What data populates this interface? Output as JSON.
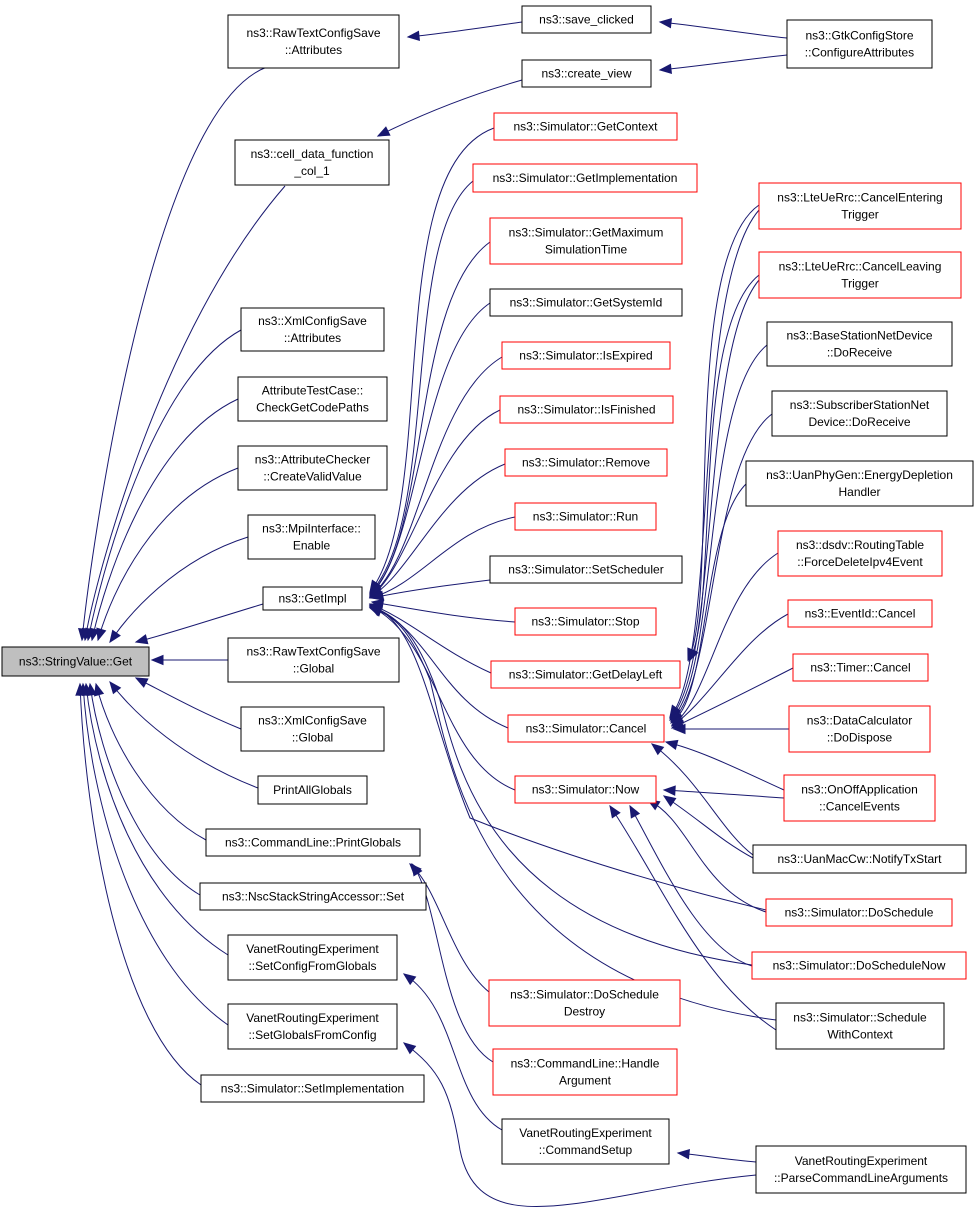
{
  "colors": {
    "edge": "#191970",
    "border_normal": "#000000",
    "border_truncated": "#ff0000",
    "fill_root": "#bfbfbf",
    "fill_default": "#ffffff"
  },
  "nodes": [
    {
      "id": "root",
      "lines": [
        "ns3::StringValue::Get"
      ],
      "style": "root"
    },
    {
      "id": "rawattr",
      "lines": [
        "ns3::RawTextConfigSave",
        "::Attributes"
      ],
      "style": "normal"
    },
    {
      "id": "cellfn",
      "lines": [
        "ns3::cell_data_function",
        "_col_1"
      ],
      "style": "normal"
    },
    {
      "id": "xmlattr",
      "lines": [
        "ns3::XmlConfigSave",
        "::Attributes"
      ],
      "style": "normal"
    },
    {
      "id": "attrtest",
      "lines": [
        "AttributeTestCase::",
        "CheckGetCodePaths"
      ],
      "style": "normal"
    },
    {
      "id": "attrcheck",
      "lines": [
        "ns3::AttributeChecker",
        "::CreateValidValue"
      ],
      "style": "normal"
    },
    {
      "id": "mpi",
      "lines": [
        "ns3::MpiInterface::",
        "Enable"
      ],
      "style": "normal"
    },
    {
      "id": "getimpl",
      "lines": [
        "ns3::GetImpl"
      ],
      "style": "normal"
    },
    {
      "id": "rawglobal",
      "lines": [
        "ns3::RawTextConfigSave",
        "::Global"
      ],
      "style": "normal"
    },
    {
      "id": "xmlglobal",
      "lines": [
        "ns3::XmlConfigSave",
        "::Global"
      ],
      "style": "normal"
    },
    {
      "id": "printall",
      "lines": [
        "PrintAllGlobals"
      ],
      "style": "normal"
    },
    {
      "id": "cmdprint",
      "lines": [
        "ns3::CommandLine::PrintGlobals"
      ],
      "style": "normal"
    },
    {
      "id": "nscset",
      "lines": [
        "ns3::NscStackStringAccessor::Set"
      ],
      "style": "normal"
    },
    {
      "id": "vanetcfg",
      "lines": [
        "VanetRoutingExperiment",
        "::SetConfigFromGlobals"
      ],
      "style": "normal"
    },
    {
      "id": "vanetglob",
      "lines": [
        "VanetRoutingExperiment",
        "::SetGlobalsFromConfig"
      ],
      "style": "normal"
    },
    {
      "id": "simsetimpl",
      "lines": [
        "ns3::Simulator::SetImplementation"
      ],
      "style": "normal"
    },
    {
      "id": "saveclicked",
      "lines": [
        "ns3::save_clicked"
      ],
      "style": "normal"
    },
    {
      "id": "createview",
      "lines": [
        "ns3::create_view"
      ],
      "style": "normal"
    },
    {
      "id": "gtk",
      "lines": [
        "ns3::GtkConfigStore",
        "::ConfigureAttributes"
      ],
      "style": "normal"
    },
    {
      "id": "getcontext",
      "lines": [
        "ns3::Simulator::GetContext"
      ],
      "style": "truncated"
    },
    {
      "id": "getimplementation",
      "lines": [
        "ns3::Simulator::GetImplementation"
      ],
      "style": "truncated"
    },
    {
      "id": "getmax",
      "lines": [
        "ns3::Simulator::GetMaximum",
        "SimulationTime"
      ],
      "style": "truncated"
    },
    {
      "id": "getsysid",
      "lines": [
        "ns3::Simulator::GetSystemId"
      ],
      "style": "normal"
    },
    {
      "id": "isexpired",
      "lines": [
        "ns3::Simulator::IsExpired"
      ],
      "style": "truncated"
    },
    {
      "id": "isfinished",
      "lines": [
        "ns3::Simulator::IsFinished"
      ],
      "style": "truncated"
    },
    {
      "id": "remove",
      "lines": [
        "ns3::Simulator::Remove"
      ],
      "style": "truncated"
    },
    {
      "id": "run",
      "lines": [
        "ns3::Simulator::Run"
      ],
      "style": "truncated"
    },
    {
      "id": "setsched",
      "lines": [
        "ns3::Simulator::SetScheduler"
      ],
      "style": "normal"
    },
    {
      "id": "stop",
      "lines": [
        "ns3::Simulator::Stop"
      ],
      "style": "truncated"
    },
    {
      "id": "getdelayleft",
      "lines": [
        "ns3::Simulator::GetDelayLeft"
      ],
      "style": "truncated"
    },
    {
      "id": "cancel",
      "lines": [
        "ns3::Simulator::Cancel"
      ],
      "style": "truncated"
    },
    {
      "id": "now",
      "lines": [
        "ns3::Simulator::Now"
      ],
      "style": "truncated"
    },
    {
      "id": "dosdestroy",
      "lines": [
        "ns3::Simulator::DoSchedule",
        "Destroy"
      ],
      "style": "truncated"
    },
    {
      "id": "cmdhandle",
      "lines": [
        "ns3::CommandLine::Handle",
        "Argument"
      ],
      "style": "truncated"
    },
    {
      "id": "vanetcmd",
      "lines": [
        "VanetRoutingExperiment",
        "::CommandSetup"
      ],
      "style": "normal"
    },
    {
      "id": "lteenter",
      "lines": [
        "ns3::LteUeRrc::CancelEntering",
        "Trigger"
      ],
      "style": "truncated"
    },
    {
      "id": "lteleave",
      "lines": [
        "ns3::LteUeRrc::CancelLeaving",
        "Trigger"
      ],
      "style": "truncated"
    },
    {
      "id": "bsnet",
      "lines": [
        "ns3::BaseStationNetDevice",
        "::DoReceive"
      ],
      "style": "normal"
    },
    {
      "id": "ssnet",
      "lines": [
        "ns3::SubscriberStationNet",
        "Device::DoReceive"
      ],
      "style": "normal"
    },
    {
      "id": "uanphy",
      "lines": [
        "ns3::UanPhyGen::EnergyDepletion",
        "Handler"
      ],
      "style": "normal"
    },
    {
      "id": "dsdv",
      "lines": [
        "ns3::dsdv::RoutingTable",
        "::ForceDeleteIpv4Event"
      ],
      "style": "truncated"
    },
    {
      "id": "eventid",
      "lines": [
        "ns3::EventId::Cancel"
      ],
      "style": "truncated"
    },
    {
      "id": "timer",
      "lines": [
        "ns3::Timer::Cancel"
      ],
      "style": "truncated"
    },
    {
      "id": "datacalc",
      "lines": [
        "ns3::DataCalculator",
        "::DoDispose"
      ],
      "style": "truncated"
    },
    {
      "id": "onoff",
      "lines": [
        "ns3::OnOffApplication",
        "::CancelEvents"
      ],
      "style": "truncated"
    },
    {
      "id": "uanmac",
      "lines": [
        "ns3::UanMacCw::NotifyTxStart"
      ],
      "style": "normal"
    },
    {
      "id": "dosched",
      "lines": [
        "ns3::Simulator::DoSchedule"
      ],
      "style": "truncated"
    },
    {
      "id": "doschednow",
      "lines": [
        "ns3::Simulator::DoScheduleNow"
      ],
      "style": "truncated"
    },
    {
      "id": "schedctx",
      "lines": [
        "ns3::Simulator::Schedule",
        "WithContext"
      ],
      "style": "normal"
    },
    {
      "id": "parsecmd",
      "lines": [
        "VanetRoutingExperiment",
        "::ParseCommandLineArguments"
      ],
      "style": "normal"
    }
  ]
}
